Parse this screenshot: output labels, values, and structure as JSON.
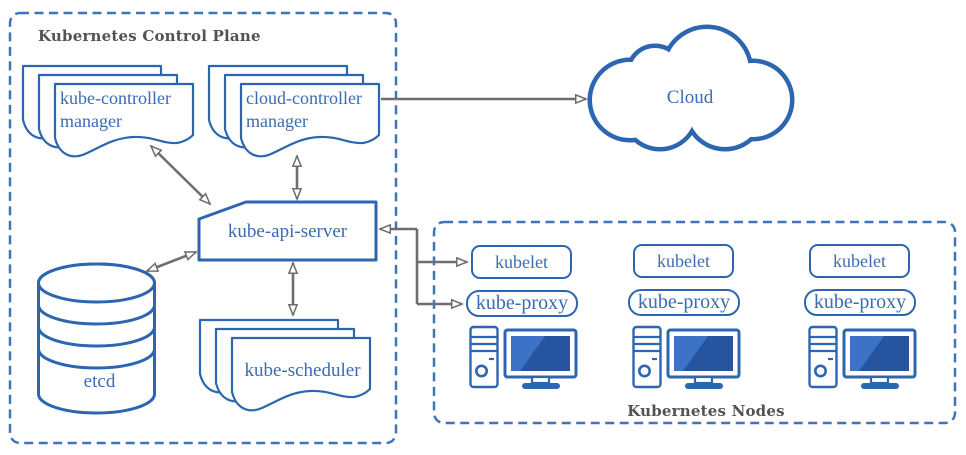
{
  "colors": {
    "shape_stroke_blue": "#2d66b0",
    "label_text_blue": "#3a6cb2",
    "dashed_border_blue": "#3f74bb",
    "title_gray": "#525254",
    "arrow_gray": "#6e6e6e",
    "screen_dark_blue": "#27549e",
    "screen_light_blue": "#3c73c6"
  },
  "control_plane": {
    "title": "Kubernetes Control Plane",
    "kube_controller_manager": {
      "line1": "kube-controller",
      "line2": "manager"
    },
    "cloud_controller_manager": {
      "line1": "cloud-controller",
      "line2": "manager"
    },
    "kube_api_server": {
      "label": "kube-api-server"
    },
    "etcd": {
      "label": "etcd"
    },
    "kube_scheduler": {
      "label": "kube-scheduler"
    }
  },
  "cloud": {
    "label": "Cloud"
  },
  "nodes": {
    "title": "Kubernetes Nodes",
    "items": [
      {
        "kubelet": "kubelet",
        "kube_proxy": "kube-proxy"
      },
      {
        "kubelet": "kubelet",
        "kube_proxy": "kube-proxy"
      },
      {
        "kubelet": "kubelet",
        "kube_proxy": "kube-proxy"
      }
    ]
  }
}
